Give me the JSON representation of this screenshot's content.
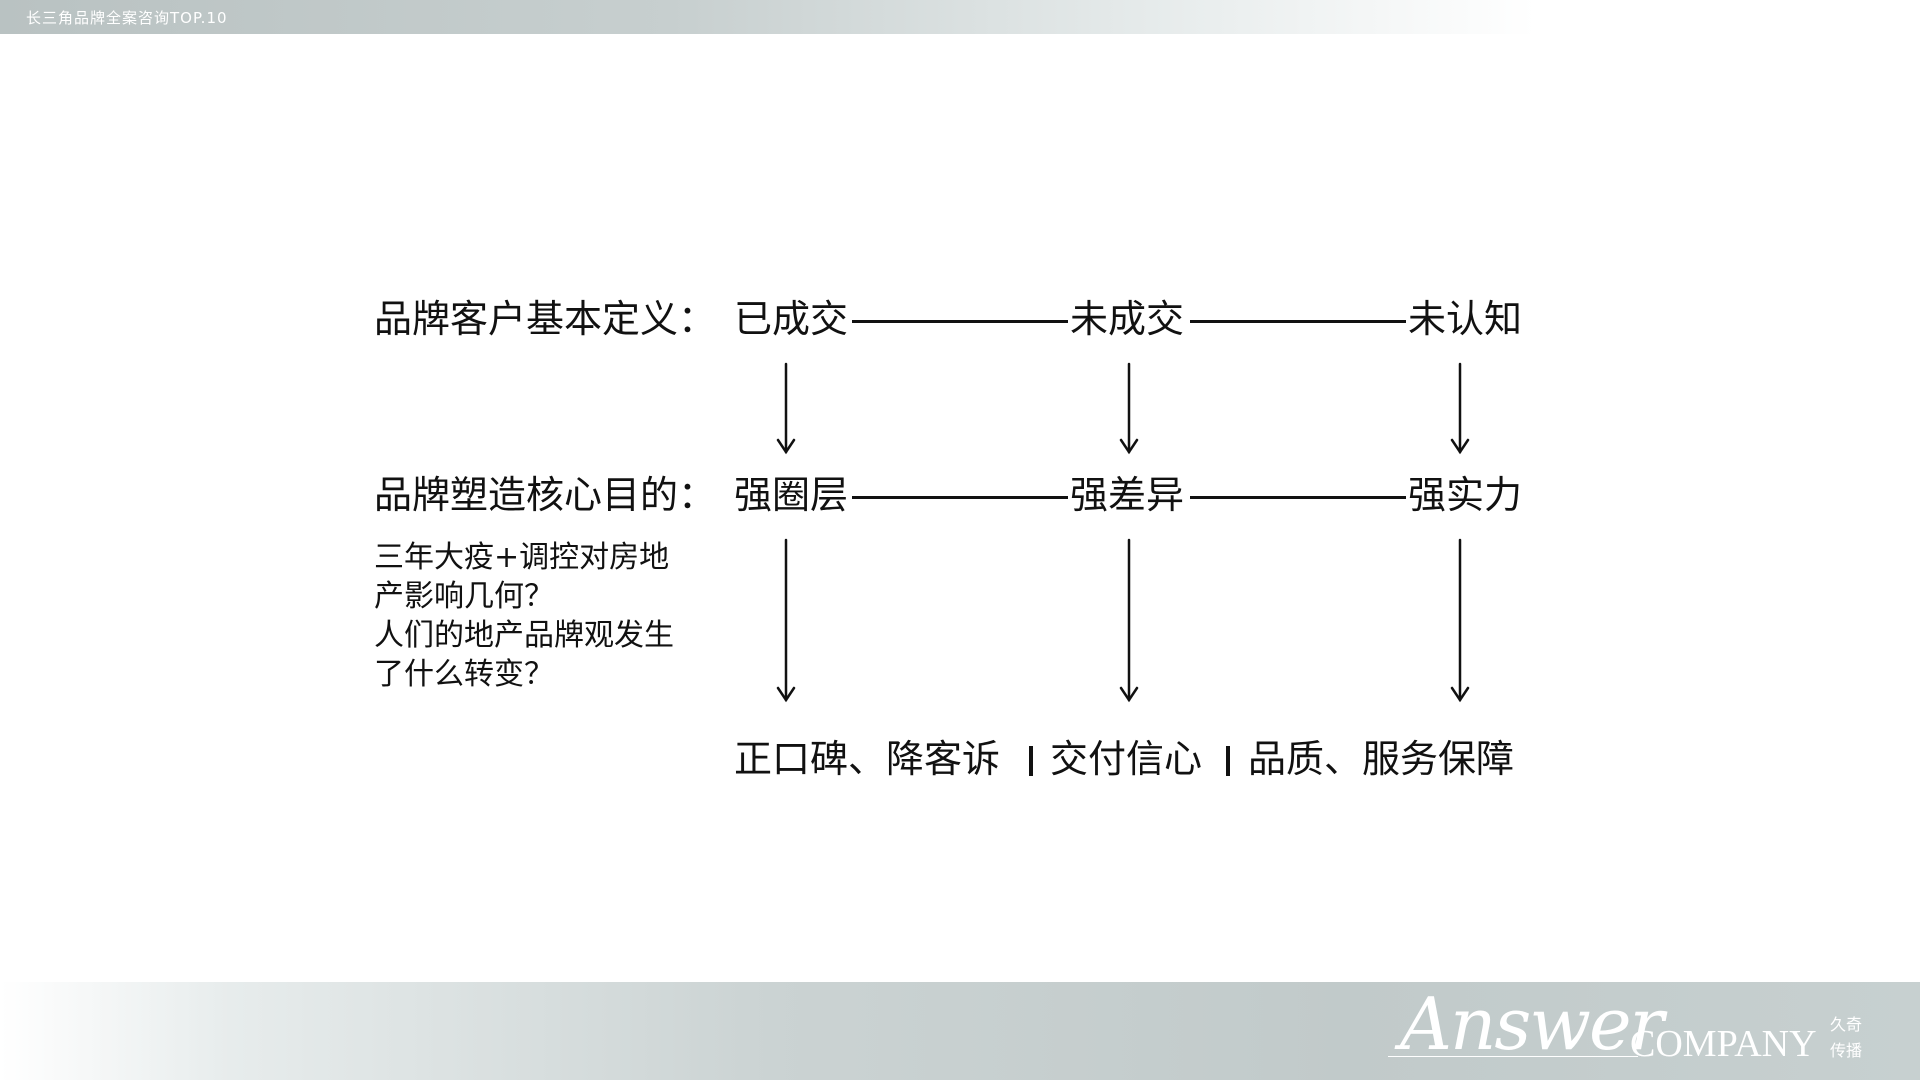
{
  "header": {
    "title": "长三角品牌全案咨询TOP.10"
  },
  "row1": {
    "label": "品牌客户基本定义：",
    "nodes": [
      "已成交",
      "未成交",
      "未认知"
    ]
  },
  "row2": {
    "label": "品牌塑造核心目的：",
    "nodes": [
      "强圈层",
      "强差异",
      "强实力"
    ]
  },
  "question": {
    "text": "三年大疫+调控对房地\n产影响几何？\n人们的地产品牌观发生\n了什么转变？"
  },
  "outcomes": {
    "items": [
      "正口碑、降客诉",
      "交付信心",
      "品质、服务保障"
    ]
  },
  "footer": {
    "logo_script": "Answer",
    "logo_company": "COMPANY",
    "logo_cn_1": "久奇",
    "logo_cn_2": "传播"
  }
}
